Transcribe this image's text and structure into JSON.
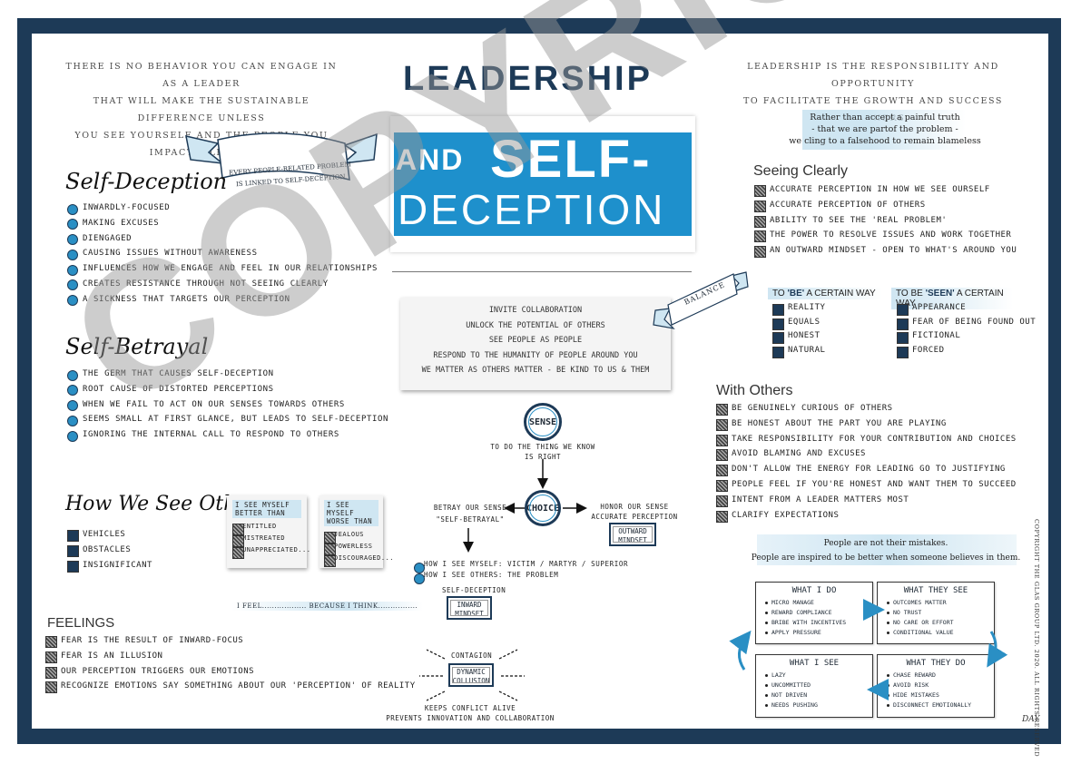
{
  "header": {
    "quote_left": [
      "There is no behavior you can engage in as a leader",
      "that will make the sustainable difference unless",
      "you see yourself and the people you impact, clearly"
    ],
    "title": "LEADERSHIP",
    "banner": {
      "and": "AND",
      "self": "SELF-",
      "deception": "DECEPTION"
    },
    "quote_right": [
      "Leadership is the responsibility and opportunity",
      "to facilitate the growth and success of others."
    ],
    "note_right": [
      "Rather than accept a painful truth",
      "- that we are partof the problem -",
      "we cling to a falsehood to remain blameless"
    ]
  },
  "scroll_left": [
    "EVERY PEOPLE-RELATED PROBLEM",
    "IS LINKED TO SELF-DECEPTION"
  ],
  "self_deception": {
    "title": "Self-Deception",
    "items": [
      "Inwardly-focused",
      "Making excuses",
      "Diengaged",
      "Causing issues without awareness",
      "Influences how we engage and feel in our relationships",
      "Creates resistance through not seeing clearly",
      "A sickness that targets our perception"
    ]
  },
  "self_betrayal": {
    "title": "Self-Betrayal",
    "items": [
      "The germ that causes self-deception",
      "Root cause of distorted perceptions",
      "When we fail to act on our senses towards others",
      "Seems small at first glance, but leads to self-deception",
      "Ignoring the internal call to respond to others"
    ]
  },
  "how_we_see": {
    "title": "How We See Others",
    "items": [
      "Vehicles",
      "Obstacles",
      "Insignificant"
    ],
    "better": {
      "title": "I SEE MYSELF BETTER THAN",
      "items": [
        "Entitled",
        "Mistreated",
        "Unappreciated..."
      ]
    },
    "worse": {
      "title": "I SEE MYSELF WORSE THAN",
      "items": [
        "Jealous",
        "Powerless",
        "Discouraged..."
      ]
    },
    "i_feel": "I FEEL.................. BECAUSE I THINK................"
  },
  "feelings": {
    "title": "FEELINGS",
    "items": [
      "Fear is the result of inward-focus",
      "Fear is an illusion",
      "Our perception triggers our emotions",
      "Recognize emotions say something about our 'perception' of reality"
    ]
  },
  "center": {
    "invite": [
      "INVITE COLLABORATION",
      "UNLOCK THE POTENTIAL OF OTHERS",
      "SEE PEOPLE AS PEOPLE",
      "RESPOND TO THE HUMANITY OF PEOPLE AROUND YOU",
      "WE MATTER AS OTHERS MATTER - BE KIND TO US & THEM"
    ],
    "balance": "BALANCE",
    "sense": "SENSE",
    "sense_caption": [
      "To do the thing we know",
      "is right"
    ],
    "choice": "CHOICE",
    "betray": [
      "Betray our sense",
      "\"Self-betrayal\""
    ],
    "honor": [
      "Honor our sense",
      "accurate perception"
    ],
    "outward": [
      "OUTWARD",
      "MINDSET"
    ],
    "how_myself": "How I see myself: Victim / Martyr / Superior",
    "how_others": "How I see others: The problem",
    "self_deception_label": "SELF-DECEPTION",
    "inward": [
      "INWARD",
      "MINDSET"
    ],
    "contagion": "CONTAGION",
    "dynamic": [
      "DYNAMIC",
      "COLLUSION"
    ],
    "keeps": [
      "Keeps conflict alive",
      "prevents innovation and collaboration"
    ]
  },
  "seeing_clearly": {
    "title": "Seeing Clearly",
    "items": [
      "Accurate perception in how we see ourself",
      "Accurate perception of others",
      "Ability to see the 'real problem'",
      "The power to resolve issues and work together",
      "An outward mindset - open to what's around you"
    ]
  },
  "be": {
    "title_pre": "TO",
    "title_em": "'BE'",
    "title_post": "A CERTAIN WAY",
    "items": [
      "Reality",
      "Equals",
      "Honest",
      "Natural"
    ]
  },
  "seen": {
    "title_pre": "TO BE",
    "title_em": "'SEEN'",
    "title_post": "A CERTAIN WAY",
    "items": [
      "Appearance",
      "Fear of being found out",
      "Fictional",
      "Forced"
    ]
  },
  "with_others": {
    "title": "With Others",
    "items": [
      "Be genuinely curious of others",
      "Be honest about the part you are playing",
      "Take responsibility for your contribution and choices",
      "Avoid blaming and excuses",
      "Don't allow the energy for leading go to justifying",
      "People feel if you're honest and want them to succeed",
      "Intent from a leader matters most",
      "Clarify expectations"
    ]
  },
  "mistakes": [
    "People are not their mistakes.",
    "People are inspired to be better when someone believes in them."
  ],
  "cycle": {
    "what_i_do": {
      "title": "WHAT I DO",
      "items": [
        "Micro manage",
        "Reward compliance",
        "Bribe with incentives",
        "Apply pressure"
      ]
    },
    "what_they_see": {
      "title": "WHAT THEY SEE",
      "items": [
        "Outcomes matter",
        "No trust",
        "No care or effort",
        "Conditional value"
      ]
    },
    "what_i_see": {
      "title": "WHAT I SEE",
      "items": [
        "Lazy",
        "Uncommitted",
        "Not driven",
        "Needs pushing"
      ]
    },
    "what_they_do": {
      "title": "WHAT THEY DO",
      "items": [
        "Chase reward",
        "Avoid risk",
        "Hide mistakes",
        "Disconnect emotionally"
      ]
    }
  },
  "copyright": "COPYRIGHT THE GLAS GROUP LTD. 2020. ALL RIGHTS RESERVED",
  "signature": "DAY",
  "watermark": "COPYRIGHT",
  "colors": {
    "navy": "#1d3a57",
    "blue": "#1e90cc",
    "light_blue": "#cfe6f2"
  }
}
